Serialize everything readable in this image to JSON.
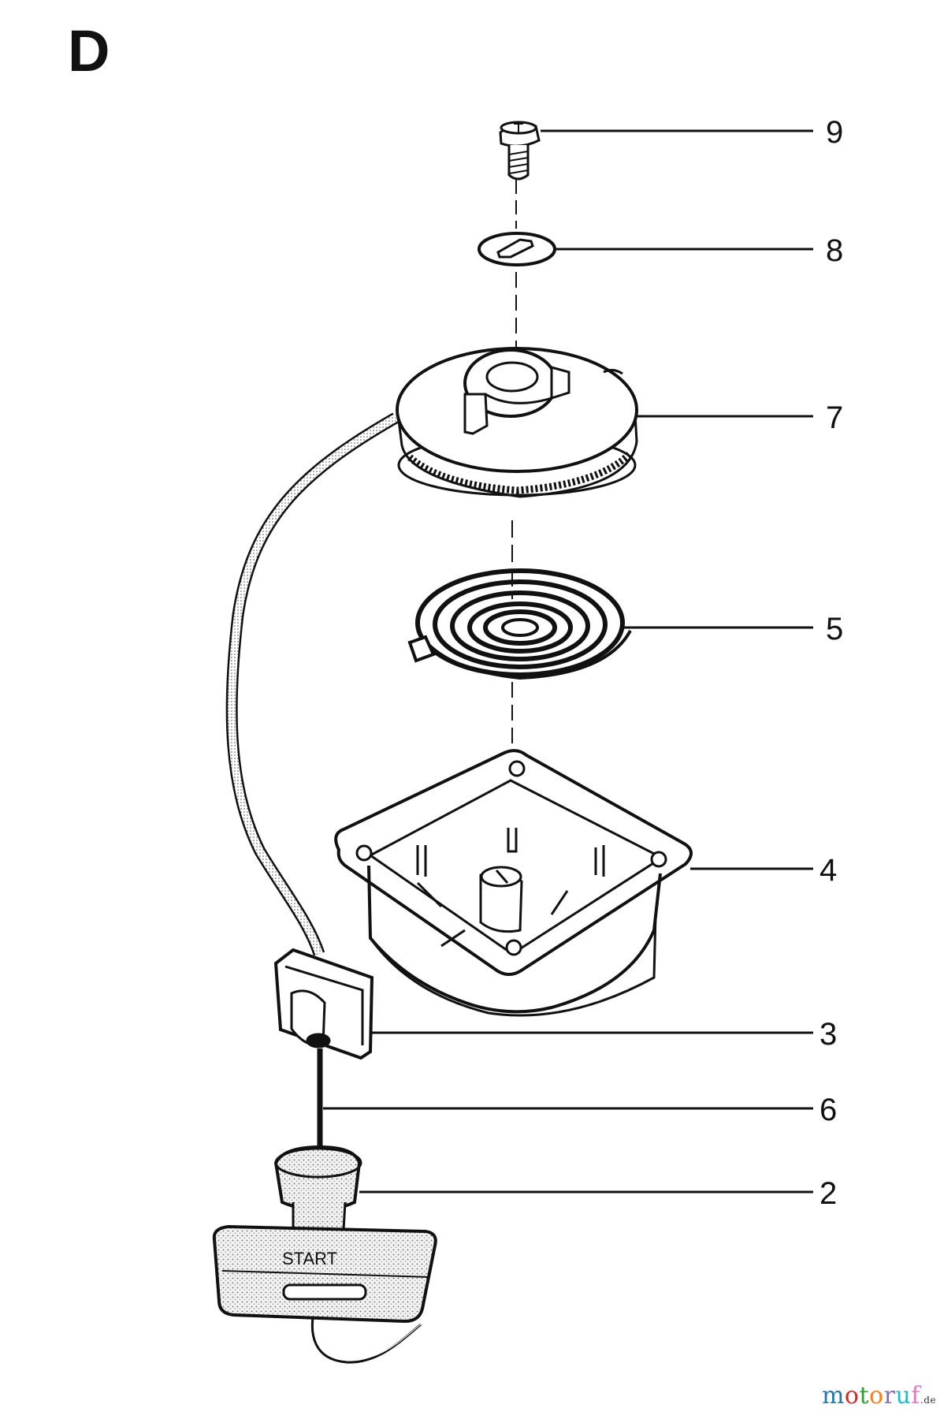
{
  "section_letter": "D",
  "callouts": [
    "9",
    "8",
    "7",
    "5",
    "4",
    "3",
    "6",
    "2"
  ],
  "handle_text": "START",
  "watermark": {
    "text": "motoruf",
    "suffix": ".de",
    "letter_colors": [
      "#1f77b4",
      "#d62728",
      "#2ca02c",
      "#ff7f0e",
      "#9467bd",
      "#17becf",
      "#e377c2"
    ]
  },
  "colors": {
    "ink": "#111111",
    "background": "#ffffff",
    "grip_fill": "#e6e6e6"
  }
}
